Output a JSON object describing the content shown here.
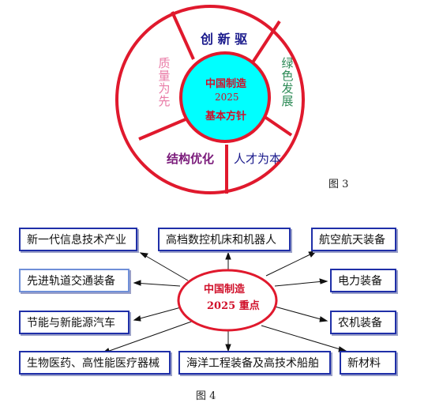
{
  "figure3": {
    "center_line1": "中国制造",
    "center_line2": "2025",
    "center_line3": "基本方针",
    "seg_top": "创 新 驱",
    "seg_left": "质量为先",
    "seg_right": "绿色发展",
    "seg_bottom_left": "结构优化",
    "seg_bottom_right": "人才为本",
    "caption": "图 3"
  },
  "figure4": {
    "center_line1": "中国制造",
    "center_line2": "2025 重点",
    "left_boxes": [
      "新一代信息技术产业",
      "先进轨道交通装备",
      "节能与新能源汽车",
      "生物医药、高性能医疗器械"
    ],
    "top_middle_box": "高档数控机床和机器人",
    "bottom_middle_box": "海洋工程装备及高技术船舶",
    "right_boxes": [
      "航空航天装备",
      "电力装备",
      "农机装备",
      "新材料"
    ],
    "caption": "图 4"
  },
  "colors": {
    "ring_red": "#e0192d",
    "center_cyan": "#00ffff",
    "box_blue": "#1f2fa8",
    "title_purple": "#1a1a8c",
    "green_text": "#2e8b57",
    "pink_text": "#e97aa6",
    "violet_text": "#7a1a7a"
  }
}
